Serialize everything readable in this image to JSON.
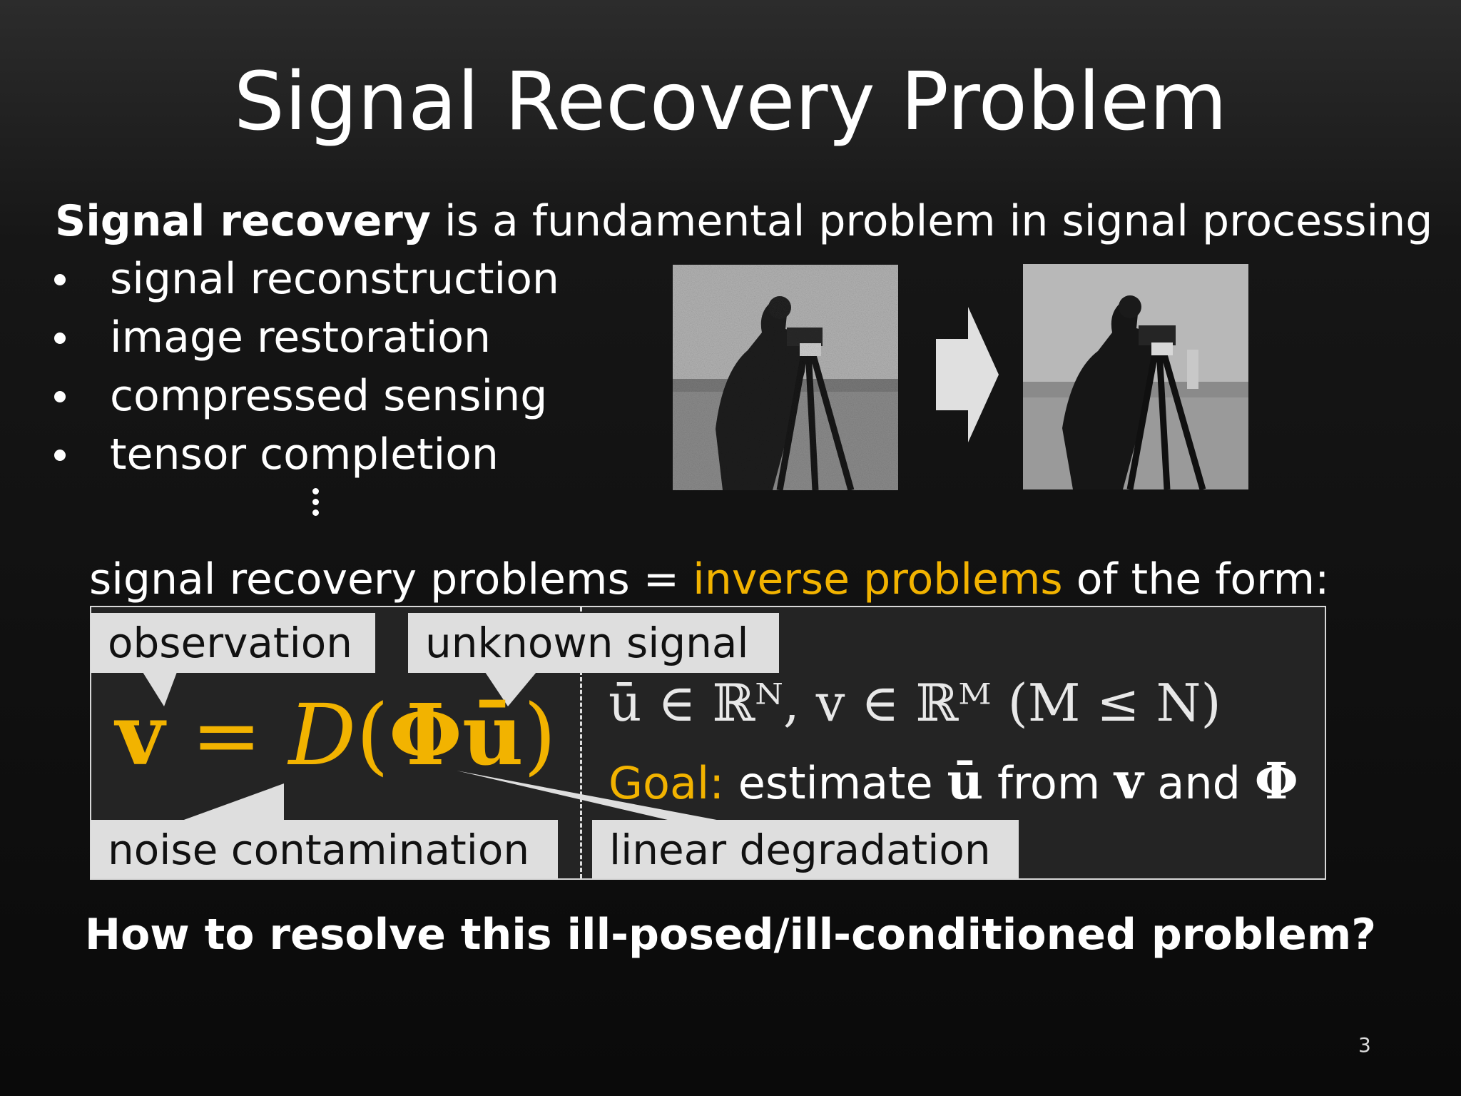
{
  "slide": {
    "title": "Signal Recovery Problem",
    "intro": {
      "bold": "Signal recovery",
      "rest": " is a fundamental problem in signal processing"
    },
    "bullets": [
      "signal reconstruction",
      "image restoration",
      "compressed sensing",
      "tensor completion"
    ],
    "images": {
      "noisy_icon": "noisy-cameraman-image",
      "clean_icon": "restored-cameraman-image",
      "arrow_icon": "right-arrow-icon"
    },
    "form_line": {
      "pre": "signal recovery problems = ",
      "highlight": "inverse problems",
      "post": " of the form:"
    },
    "labels": {
      "observation": "observation",
      "unknown_signal": "unknown signal",
      "noise": "noise contamination",
      "linear": "linear degradation"
    },
    "equation": {
      "v": "v",
      "eq": " = ",
      "D": "D",
      "lpar": "(",
      "phi_u": "Φū",
      "rpar": ")"
    },
    "math_line": "ū ∈ ℝᴺ, v ∈ ℝᴹ (M ≤ N)",
    "goal": {
      "label": "Goal:",
      "text1": " estimate ",
      "u": "ū",
      "text2": " from ",
      "v": "v",
      "text3": " and ",
      "phi": "Φ"
    },
    "question": "How to resolve this ill-posed/ill-conditioned problem?",
    "page_number": "3"
  },
  "colors": {
    "accent": "#f2b300",
    "label_bg": "#dedede",
    "panel_bg": "#242424"
  }
}
